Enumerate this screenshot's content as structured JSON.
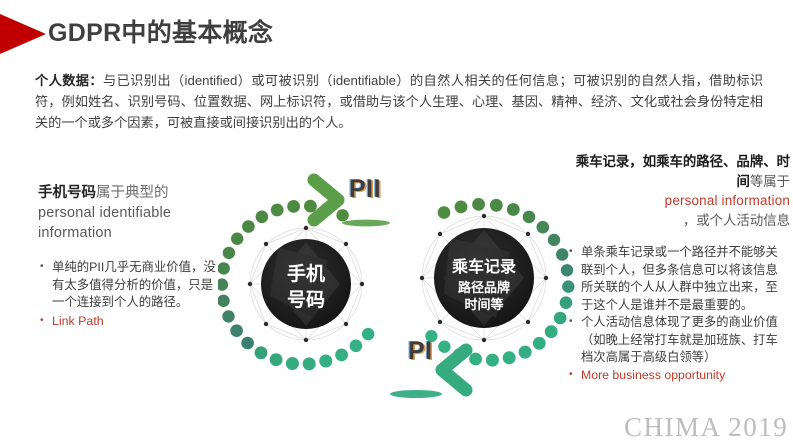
{
  "slide": {
    "title": "GDPR中的基本概念",
    "accent_red": "#c00000",
    "accent_green": "#35ab7f",
    "accent_olive": "#4e8c3f"
  },
  "intro": {
    "lead": "个人数据：",
    "body": "与已识别出（identified）或可被识别（identifiable）的自然人相关的任何信息；可被识别的自然人指，借助标识符，例如姓名、识别号码、位置数据、网上标识符，或借助与该个人生理、心理、基因、精神、经济、文化或社会身份特定相关的一个或多个因素，可被直接或间接识别出的个人。"
  },
  "left_panel": {
    "heading_strong": "手机号码",
    "heading_rest": "属于典型的",
    "heading_latin": "personal identifiable information",
    "bullets": [
      {
        "text": "单纯的PII几乎无商业价值，没有太多值得分析的价值，只是一个连接到个人的路径。",
        "accent": false
      },
      {
        "text": "Link Path",
        "accent": true
      }
    ]
  },
  "right_panel": {
    "heading_strong_1": "乘车记录，如乘车的路径、品牌、时间",
    "heading_rest_1": "等属于",
    "heading_accent": "personal information",
    "heading_rest_2": "，或个人活动信息",
    "bullets": [
      {
        "text": "单条乘车记录或一个路径并不能够关联到个人，但多条信息可以将该信息所关联的个人从人群中独立出来，至于这个人是谁并不是最重要的。",
        "accent": false
      },
      {
        "text": "个人活动信息体现了更多的商业价值（如晚上经常打车就是加班族、打车档次高属于高级白领等）",
        "accent": false
      },
      {
        "text": "More business opportunity",
        "accent": true
      }
    ]
  },
  "diagram": {
    "left_node_line1": "手机",
    "left_node_line2": "号码",
    "right_node_line1": "乘车记录",
    "right_node_line2": "路径品牌",
    "right_node_line3": "时间等",
    "label_top": "PII",
    "label_bottom": "PI"
  },
  "watermark": {
    "text": "CHIMA  2019"
  }
}
